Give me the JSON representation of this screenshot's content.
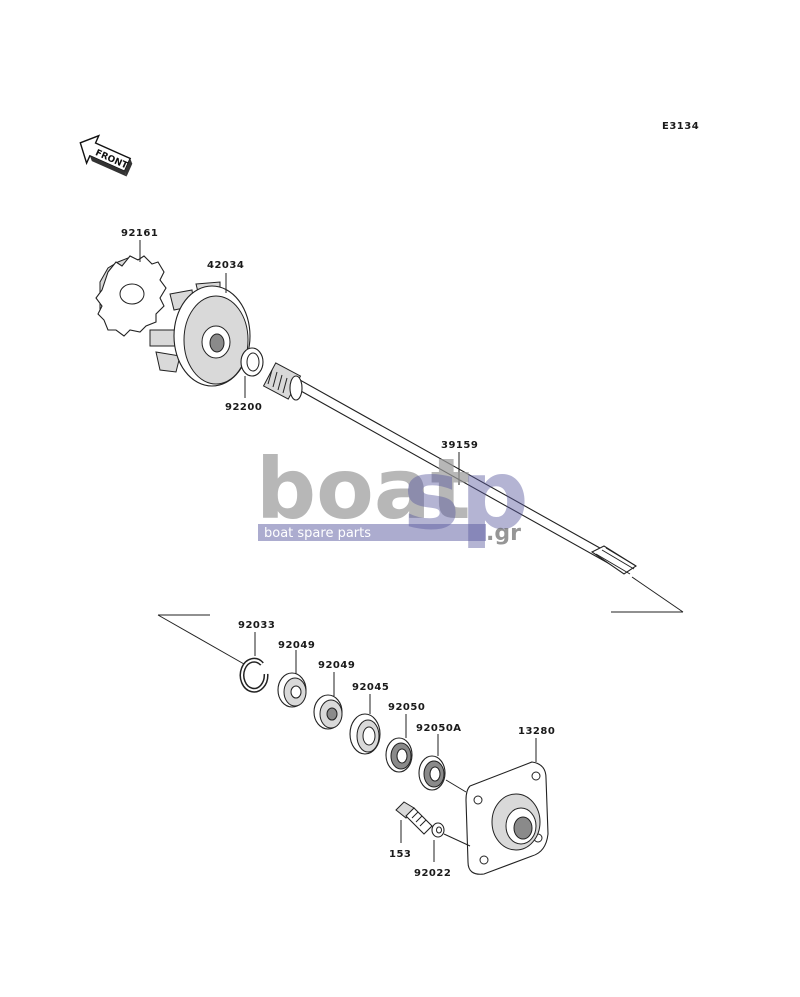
{
  "diagram_code": "E3134",
  "front_label": "FRONT",
  "watermark": {
    "brand_main": "boat",
    "brand_sp": "sp",
    "brand_tld": ".gr",
    "tagline": "boat spare parts"
  },
  "parts": {
    "p92161": "92161",
    "p42034": "42034",
    "p92200": "92200",
    "p39159": "39159",
    "p92033": "92033",
    "p92049a": "92049",
    "p92049b": "92049",
    "p92045": "92045",
    "p92050": "92050",
    "p92050A": "92050A",
    "p13280": "13280",
    "p153": "153",
    "p92022": "92022"
  }
}
